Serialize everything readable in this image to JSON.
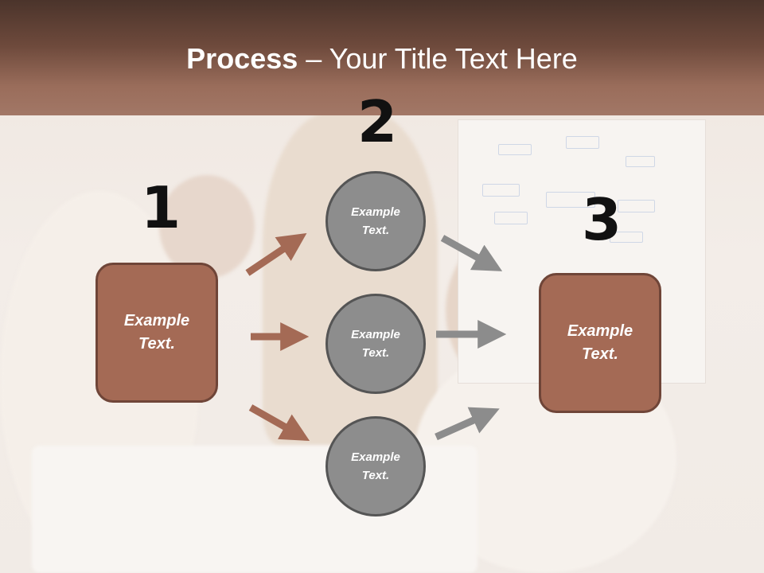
{
  "title": {
    "bold": "Process",
    "rest": " – Your Title Text Here"
  },
  "numbers": [
    "1",
    "2",
    "3"
  ],
  "left_box": {
    "line1": "Example",
    "line2": "Text."
  },
  "right_box": {
    "line1": "Example",
    "line2": "Text."
  },
  "circles": [
    {
      "line1": "Example",
      "line2": "Text."
    },
    {
      "line1": "Example",
      "line2": "Text."
    },
    {
      "line1": "Example",
      "line2": "Text."
    }
  ],
  "colors": {
    "box_fill": "#a46a55",
    "box_border": "#6f4538",
    "circle_fill": "#8d8d8d",
    "circle_border": "#555555",
    "arrow_brown": "#a46a55",
    "arrow_gray": "#8c8c8c"
  }
}
